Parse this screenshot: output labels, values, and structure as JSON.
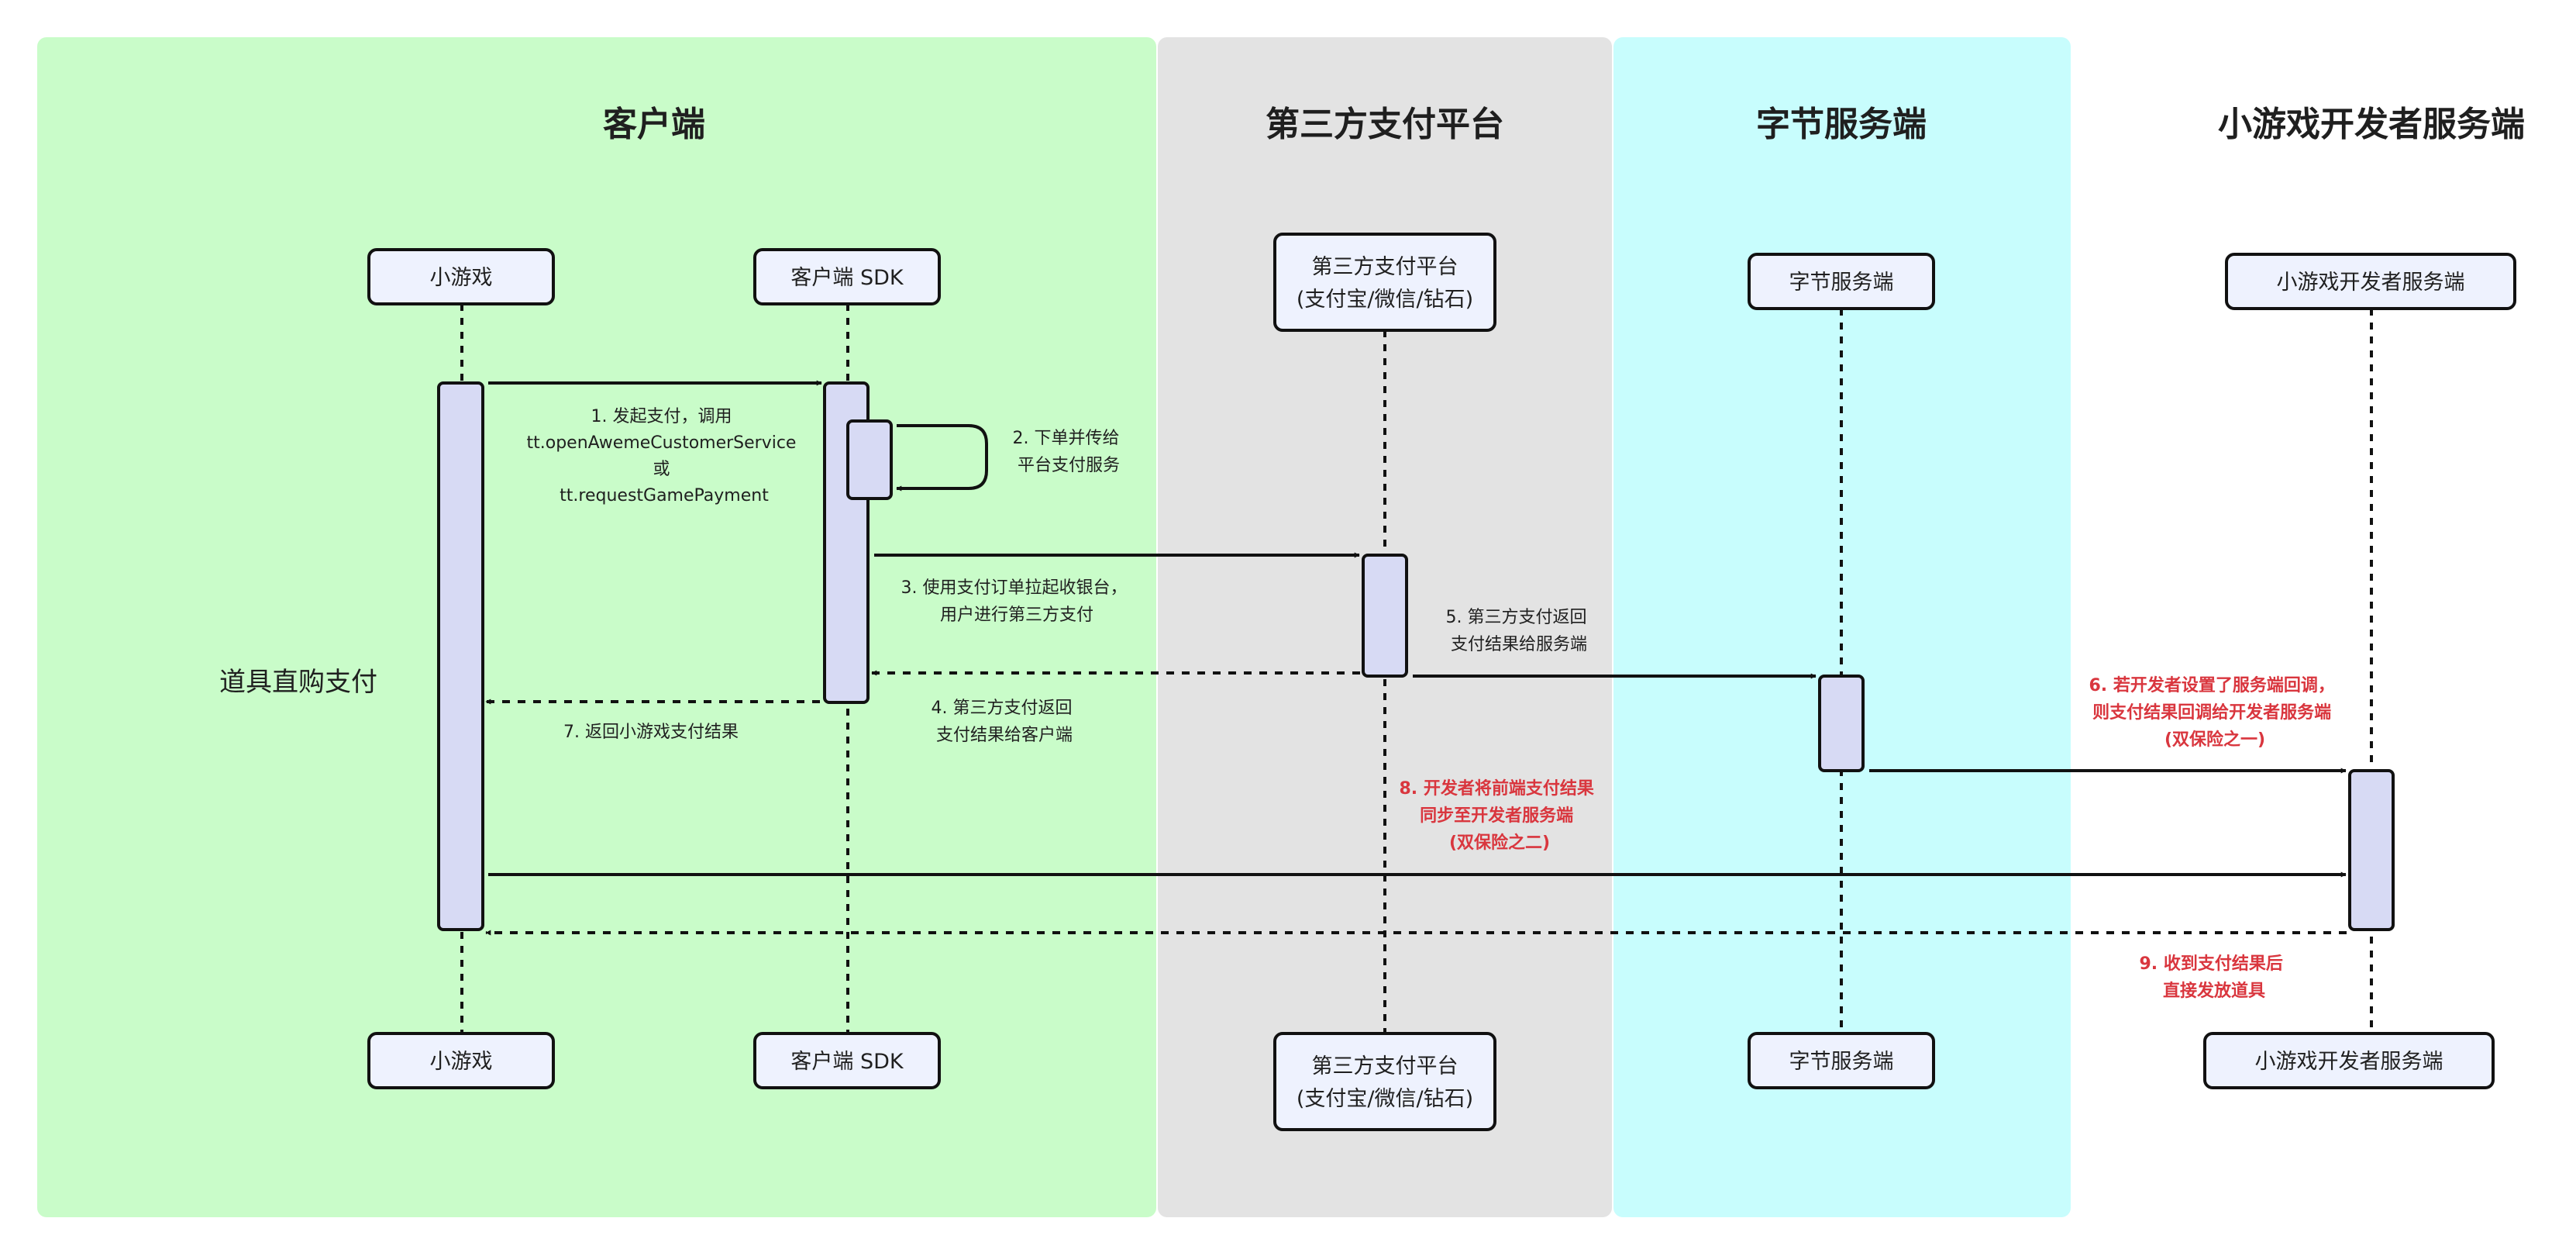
{
  "colors": {
    "lane_client": "#c9fcc9",
    "lane_third_party": "#e3e3e3",
    "lane_bytedance": "#c8fdfd",
    "participant_box": "#eef2fe",
    "activation": "#d7daf4",
    "line": "#111111",
    "highlight_text": "#d9363e"
  },
  "swimlanes": [
    {
      "id": "client",
      "title": "客户端"
    },
    {
      "id": "third-party",
      "title": "第三方支付平台"
    },
    {
      "id": "bytedance",
      "title": "字节服务端"
    },
    {
      "id": "developer",
      "title": "小游戏开发者服务端"
    }
  ],
  "participants": [
    {
      "id": "minigame",
      "label": [
        "小游戏"
      ]
    },
    {
      "id": "sdk",
      "label": [
        "客户端 SDK"
      ]
    },
    {
      "id": "payplatform",
      "label": [
        "第三方支付平台",
        "(支付宝/微信/钻石)"
      ]
    },
    {
      "id": "byteserver",
      "label": [
        "字节服务端"
      ]
    },
    {
      "id": "devserver",
      "label": [
        "小游戏开发者服务端"
      ]
    }
  ],
  "side_label": "道具直购支付",
  "messages": [
    {
      "id": "msg-1",
      "lines": [
        "1. 发起支付，调用",
        "tt.openAwemeCustomerService",
        "或",
        "tt.requestGamePayment"
      ],
      "highlight": false
    },
    {
      "id": "msg-2",
      "lines": [
        "2. 下单并传给",
        "平台支付服务"
      ],
      "highlight": false
    },
    {
      "id": "msg-3",
      "lines": [
        "3. 使用支付订单拉起收银台，",
        "用户进行第三方支付"
      ],
      "highlight": false
    },
    {
      "id": "msg-4",
      "lines": [
        "4. 第三方支付返回",
        "支付结果给客户端"
      ],
      "highlight": false
    },
    {
      "id": "msg-5",
      "lines": [
        "5. 第三方支付返回",
        "支付结果给服务端"
      ],
      "highlight": false
    },
    {
      "id": "msg-6",
      "lines": [
        "6. 若开发者设置了服务端回调，",
        "则支付结果回调给开发者服务端",
        "(双保险之一)"
      ],
      "highlight": true
    },
    {
      "id": "msg-7",
      "lines": [
        "7. 返回小游戏支付结果"
      ],
      "highlight": false
    },
    {
      "id": "msg-8",
      "lines": [
        "8. 开发者将前端支付结果",
        "同步至开发者服务端",
        "(双保险之二)"
      ],
      "highlight": true
    },
    {
      "id": "msg-9",
      "lines": [
        "9. 收到支付结果后",
        "直接发放道具"
      ],
      "highlight": true
    }
  ]
}
